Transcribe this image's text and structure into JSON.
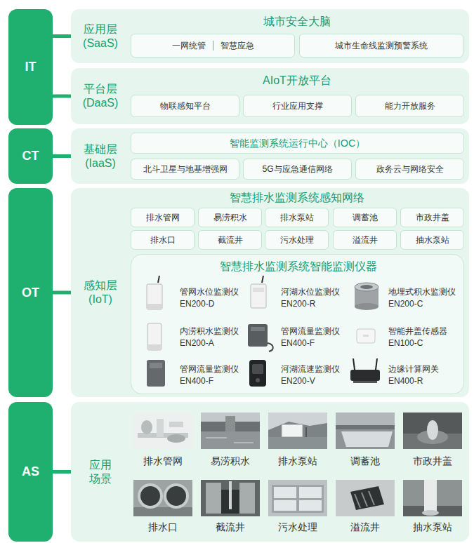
{
  "diagram": {
    "nodes": [
      {
        "text": [
          "IT"
        ]
      },
      {
        "text": [
          "CT"
        ]
      },
      {
        "text": [
          "OT"
        ]
      },
      {
        "text": [
          "AS"
        ]
      },
      {
        "text": [
          "应用层 (SaaS)",
          "城市安全大脑"
        ]
      },
      {
        "text": [
          "一网统管",
          "智慧应急"
        ],
        "in": 4
      },
      {
        "text": [
          "城市生命线监测预警系统"
        ],
        "in": 4
      },
      {
        "text": [
          "平台层 (DaaS)",
          "AIoT开放平台"
        ]
      },
      {
        "text": [
          "物联感知平台"
        ],
        "in": 7
      },
      {
        "text": [
          "行业应用支撑"
        ],
        "in": 7
      },
      {
        "text": [
          "能力开放服务"
        ],
        "in": 7
      },
      {
        "text": [
          "基础层 (IaaS)"
        ]
      },
      {
        "text": [
          "智能监测系统运行中心（IOC）"
        ],
        "in": 11
      },
      {
        "text": [
          "北斗卫星与地基增强网"
        ],
        "in": 11
      },
      {
        "text": [
          "5G与应急通信网络"
        ],
        "in": 11
      },
      {
        "text": [
          "政务云与网络安全"
        ],
        "in": 11
      },
      {
        "text": [
          "感知层 (IoT)",
          "智慧排水监测系统感知网络"
        ]
      },
      {
        "text": [
          "排水管网"
        ],
        "in": 16
      },
      {
        "text": [
          "易涝积水"
        ],
        "in": 16
      },
      {
        "text": [
          "排水泵站"
        ],
        "in": 16
      },
      {
        "text": [
          "调蓄池"
        ],
        "in": 16
      },
      {
        "text": [
          "市政井盖"
        ],
        "in": 16
      },
      {
        "text": [
          "排水口"
        ],
        "in": 16
      },
      {
        "text": [
          "截流井"
        ],
        "in": 16
      },
      {
        "text": [
          "污水处理"
        ],
        "in": 16
      },
      {
        "text": [
          "溢流井"
        ],
        "in": 16
      },
      {
        "text": [
          "抽水泵站"
        ],
        "in": 16
      },
      {
        "text": [
          "智慧排水监测系统智能监测仪器"
        ],
        "in": 16
      },
      {
        "text": [
          "应用场景"
        ]
      }
    ],
    "edges": [
      {
        "from": 0,
        "to": 4,
        "arrow": "none"
      },
      {
        "from": 0,
        "to": 7,
        "arrow": "none"
      },
      {
        "from": 1,
        "to": 11,
        "arrow": "none"
      },
      {
        "from": 2,
        "to": 16,
        "arrow": "none"
      },
      {
        "from": 3,
        "to": 28,
        "arrow": "none"
      }
    ],
    "labels": [
      "管网水位监测仪",
      "EN200-D",
      "河湖水位监测仪",
      "EN200-R",
      "地埋式积水监测仪",
      "EN200-C",
      "内涝积水监测仪",
      "EN200-A",
      "管网流量监测仪",
      "EN400-F",
      "智能井盖传感器",
      "EN100-C",
      "管网流量监测仪",
      "EN400-F",
      "河湖流速监测仪",
      "EN200-V",
      "边缘计算网关",
      "EN400-R",
      "排水管网",
      "易涝积水",
      "排水泵站",
      "调蓄池",
      "市政井盖",
      "排水口",
      "截流井",
      "污水处理",
      "溢流井",
      "抽水泵站"
    ]
  }
}
